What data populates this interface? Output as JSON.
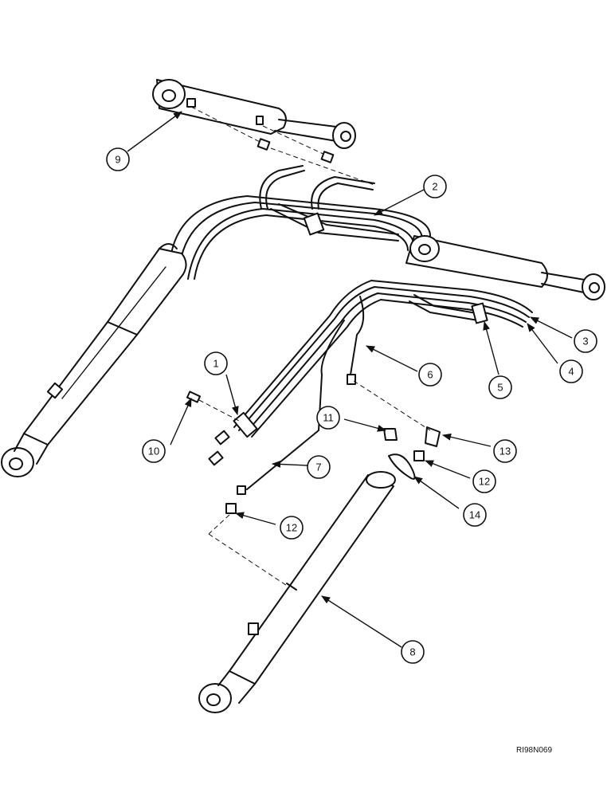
{
  "figure_id": "RI98N069",
  "callouts": [
    {
      "id": "c1",
      "label": "1"
    },
    {
      "id": "c2",
      "label": "2"
    },
    {
      "id": "c3",
      "label": "3"
    },
    {
      "id": "c4",
      "label": "4"
    },
    {
      "id": "c5",
      "label": "5"
    },
    {
      "id": "c6",
      "label": "6"
    },
    {
      "id": "c7",
      "label": "7"
    },
    {
      "id": "c8",
      "label": "8"
    },
    {
      "id": "c9",
      "label": "9"
    },
    {
      "id": "c10",
      "label": "10"
    },
    {
      "id": "c11",
      "label": "11"
    },
    {
      "id": "c12a",
      "label": "12"
    },
    {
      "id": "c12b",
      "label": "12"
    },
    {
      "id": "c13",
      "label": "13"
    },
    {
      "id": "c14",
      "label": "14"
    }
  ]
}
